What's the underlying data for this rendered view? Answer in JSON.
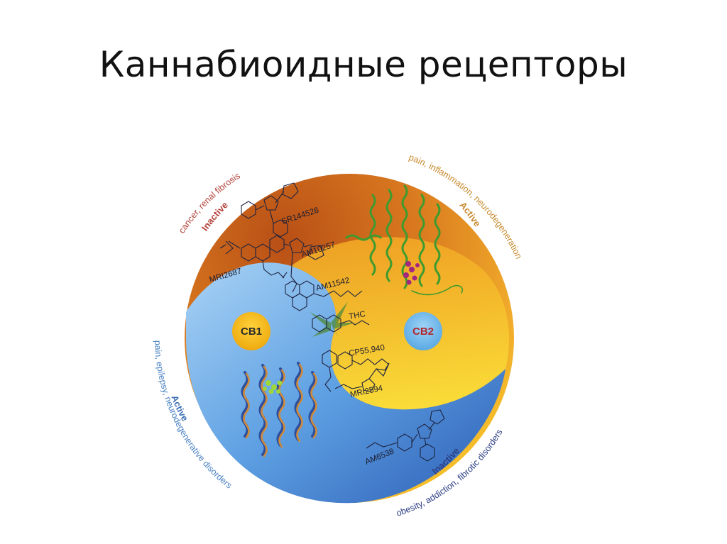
{
  "slide": {
    "title": "Каннабиоидные рецепторы"
  },
  "diagram": {
    "receptors": {
      "cb1": {
        "label": "CB1",
        "badge_color": "#f2b416",
        "region_color": "#5b9fe0"
      },
      "cb2": {
        "label": "CB2",
        "badge_color": "#6ab6ea",
        "text_color": "#b0272e",
        "region_color": "#f2b320"
      }
    },
    "quadrants": {
      "cb2_inactive": {
        "state": "Inactive",
        "diseases": "cancer, renal fibrosis",
        "color": "#c8601b",
        "text_color": "#b3423a"
      },
      "cb2_active": {
        "state": "Active",
        "diseases": "pain, inflammation, neurodegeneration",
        "color": "#f0a92a",
        "text_color": "#c78a2c"
      },
      "cb1_active": {
        "state": "Active",
        "diseases": "pain, epilepsy, neurodegenerative disorders",
        "color": "#6aaae6",
        "text_color": "#4b82c2"
      },
      "cb1_inactive": {
        "state": "Inactive",
        "diseases": "obesity, addiction, fibrotic disorders",
        "color": "#2f62b8",
        "text_color": "#2c3e84"
      }
    },
    "ligands": [
      {
        "name": "SR144528"
      },
      {
        "name": "AM10257"
      },
      {
        "name": "MRI2687"
      },
      {
        "name": "AM11542"
      },
      {
        "name": "THC"
      },
      {
        "name": "CP55,940"
      },
      {
        "name": "MRI2594"
      },
      {
        "name": "AM6538"
      }
    ],
    "structures": {
      "cb2_protein": {
        "color": "#3f9b2e",
        "ligand_color": "#a3267f"
      },
      "cb1_protein": {
        "color": "#c98a3c",
        "overlay_color": "#2d4f9e",
        "ligand_color": "#9fd63a"
      }
    }
  }
}
